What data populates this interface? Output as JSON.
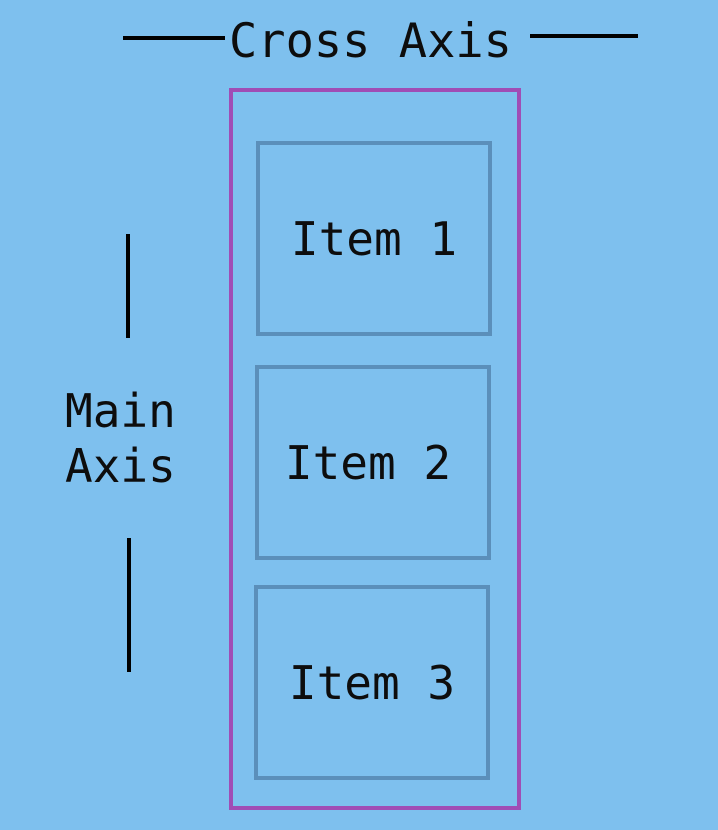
{
  "colors": {
    "background": "#7ec0ee",
    "container_border": "#a04db5",
    "item_border": "#5b8fba",
    "line": "#000000",
    "text": "#0d0d0d"
  },
  "labels": {
    "cross_axis": "Cross Axis",
    "main_axis_line1": "Main",
    "main_axis_line2": "Axis"
  },
  "items": [
    {
      "label": "Item 1"
    },
    {
      "label": "Item 2"
    },
    {
      "label": "Item 3"
    }
  ]
}
